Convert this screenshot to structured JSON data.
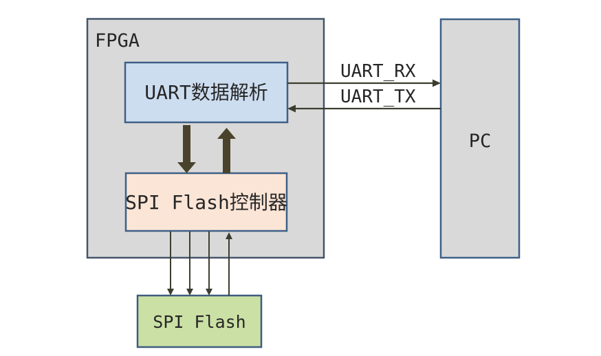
{
  "diagram": {
    "title_implicit": "FPGA UART to SPI Flash block diagram",
    "background_color": "#ffffff",
    "text_color": "#262626",
    "nodes": {
      "fpga": {
        "label": "FPGA",
        "fill": "#d9d9d9",
        "border": "#44546a"
      },
      "uart_parser": {
        "label": "UART数据解析",
        "fill": "#cdddf0",
        "border": "#3d6087"
      },
      "spi_flash_controller": {
        "label": "SPI Flash控制器",
        "fill": "#fbe5d6",
        "border": "#3d6087"
      },
      "pc": {
        "label": "PC",
        "fill": "#d9d9d9",
        "border": "#3d6087"
      },
      "spi_flash": {
        "label": "SPI Flash",
        "fill": "#cbe0a5",
        "border": "#3f5c7e"
      }
    },
    "edges": {
      "uart_rx": {
        "label": "UART_RX",
        "direction": "uart-parser-to-pc"
      },
      "uart_tx": {
        "label": "UART_TX",
        "direction": "pc-to-uart-parser"
      },
      "uart_spi_down_arrow": {
        "direction": "uart-parser-to-spi-flash-controller"
      },
      "uart_spi_up_arrow": {
        "direction": "spi-flash-controller-to-uart-parser"
      },
      "spi_bus": {
        "down_lines": 3,
        "up_lines": 1,
        "direction": "spi-flash-controller-to-spi-flash"
      }
    },
    "colors": {
      "signal_line": "#3c3c30",
      "thick_arrow": "#4a432c"
    }
  }
}
